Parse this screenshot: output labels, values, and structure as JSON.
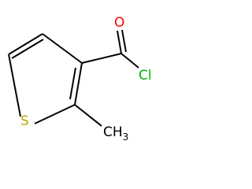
{
  "molecule": {
    "atoms": {
      "oxygen": {
        "symbol": "O",
        "color": "#ff0000"
      },
      "chlorine": {
        "symbol": "Cl",
        "color": "#00b000"
      },
      "sulfur": {
        "symbol": "S",
        "color": "#b8a800"
      },
      "methyl": {
        "main": "CH",
        "subscript": "3",
        "color": "#000000"
      }
    },
    "bond_color": "#000000"
  }
}
